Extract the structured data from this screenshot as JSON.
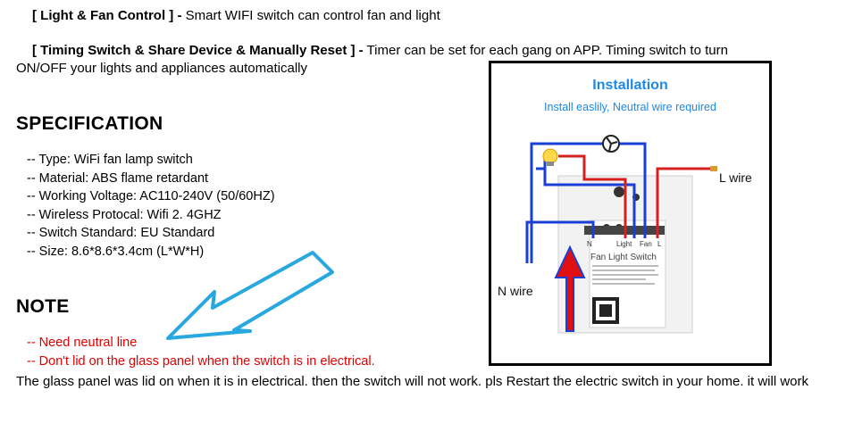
{
  "intro": {
    "light_fan_title": "[ Light & Fan Control ] -",
    "light_fan_text": " Smart WIFI switch can control fan and light",
    "timing_title": "[ Timing Switch & Share Device & Manually Reset ] -",
    "timing_text_1": " Timer can be set for each gang on APP. Timing switch to turn",
    "timing_text_2": "ON/OFF your lights and appliances automatically"
  },
  "specification": {
    "heading": "SPECIFICATION",
    "items": [
      "-- Type: WiFi fan lamp switch",
      "-- Material: ABS flame retardant",
      "-- Working Voltage: AC110-240V (50/60HZ)",
      "-- Wireless Protocal: Wifi 2. 4GHZ",
      "-- Switch Standard: EU Standard",
      "-- Size: 8.6*8.6*3.4cm (L*W*H)"
    ]
  },
  "note": {
    "heading": "NOTE",
    "items": [
      "-- Need neutral line",
      "-- Don't lid on the glass panel when the switch is in electrical."
    ],
    "text": "The glass panel was lid on when it is in electrical. then the switch will not work. pls Restart the electric switch in your home. it will work"
  },
  "installation_image": {
    "title": "Installation",
    "subtitle": "Install easlily, Neutral wire required",
    "l_wire": "L wire",
    "n_wire": "N wire",
    "switch_label": "Fan Light Switch",
    "terminals": [
      "N",
      "Light",
      "Fan",
      "L"
    ],
    "colors": {
      "title": "#1e88e5",
      "neutral_wire": "#1a3fd6",
      "live_wire": "#d62020",
      "arrow_red": "#e01010",
      "arrow_blue": "#29a8e0"
    }
  }
}
